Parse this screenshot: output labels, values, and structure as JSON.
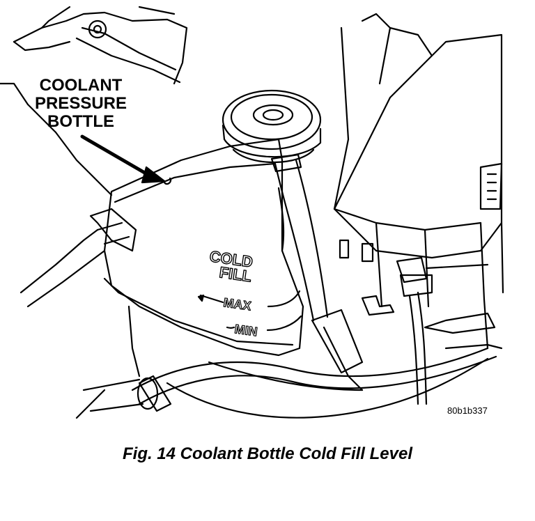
{
  "callout": {
    "line1": "COOLANT",
    "line2": "PRESSURE",
    "line3": "BOTTLE"
  },
  "bottle_marks": {
    "cold": "COLD",
    "fill": "FILL",
    "max": "MAX",
    "min": "MIN"
  },
  "figure_code": "80b1b337",
  "caption": "Fig. 14 Coolant Bottle Cold Fill Level"
}
